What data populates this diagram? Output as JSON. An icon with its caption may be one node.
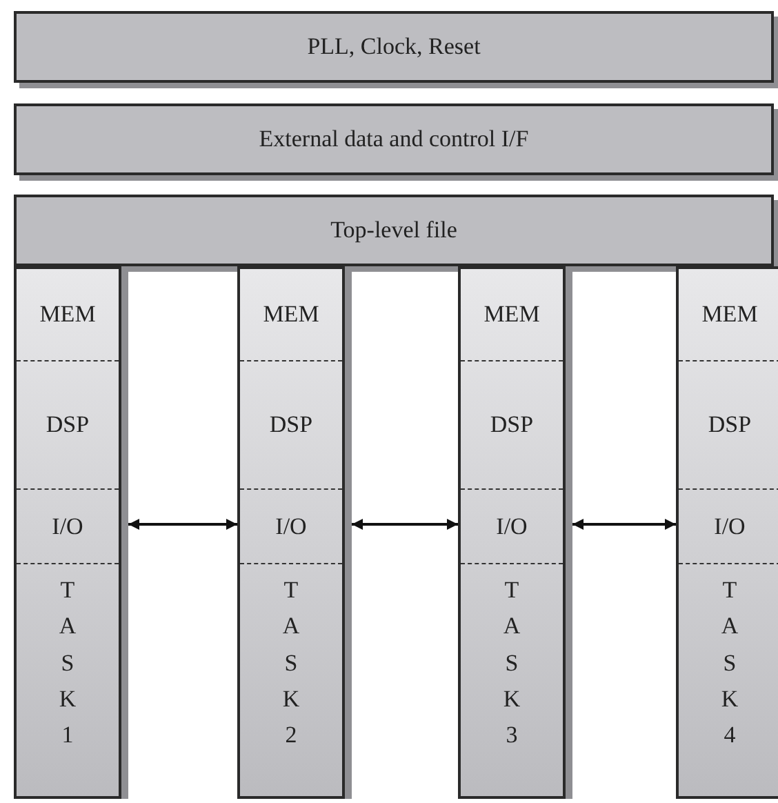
{
  "diagram": {
    "nodes": [
      {
        "text": [
          "PLL, Clock, Reset"
        ]
      },
      {
        "text": [
          "External data and control I/F"
        ]
      },
      {
        "text": [
          "Top-level file"
        ]
      },
      {
        "text": [
          "MEM",
          "DSP",
          "I/O",
          "TASK 1"
        ]
      },
      {
        "text": [
          "MEM",
          "DSP",
          "I/O",
          "TASK 2"
        ]
      },
      {
        "text": [
          "MEM",
          "DSP",
          "I/O",
          "TASK 3"
        ]
      },
      {
        "text": [
          "MEM",
          "DSP",
          "I/O",
          "TASK 4"
        ]
      }
    ],
    "edges": [
      {
        "from": 3,
        "to": 4,
        "arrow": "both"
      },
      {
        "from": 4,
        "to": 5,
        "arrow": "both"
      },
      {
        "from": 5,
        "to": 6,
        "arrow": "both"
      }
    ]
  }
}
